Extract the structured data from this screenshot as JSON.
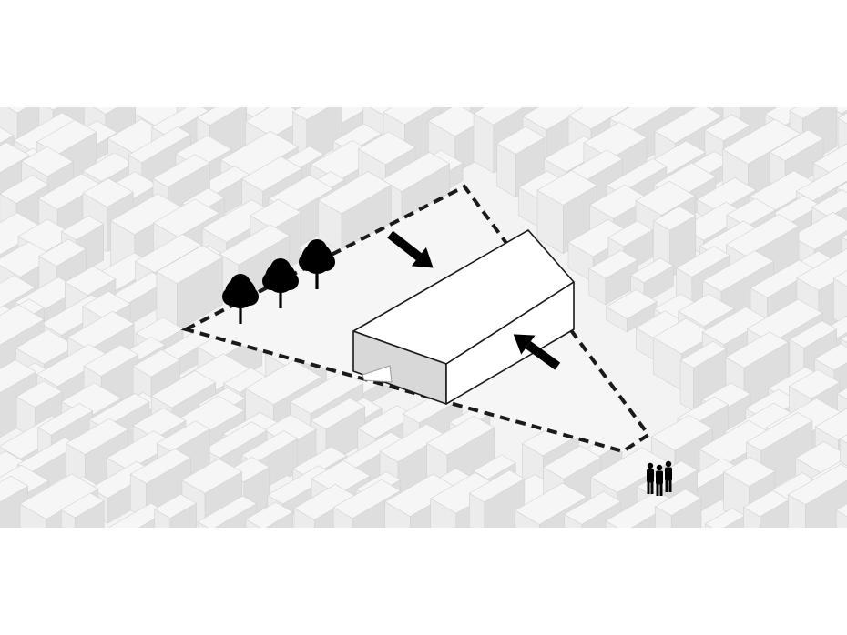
{
  "diagram": {
    "type": "isometric-urban-massing-diagram",
    "icons": [
      "tree-icon",
      "arrow-icon",
      "people-icon"
    ],
    "counts": {
      "trees": 3,
      "people": 3,
      "arrows": 2
    },
    "colors": {
      "background": "#ffffff",
      "context_building_top": "#f6f6f6",
      "context_building_left": "#ececec",
      "context_building_right": "#dedede",
      "context_edge": "#d2d2d2",
      "site_ground": "#f4f4f4",
      "proposed_top": "#ffffff",
      "proposed_left_face": "#d9d9d9",
      "proposed_right_face": "#ffffff",
      "outline": "#1a1a1a",
      "boundary": "#1a1a1a",
      "icon": "#000000"
    }
  }
}
